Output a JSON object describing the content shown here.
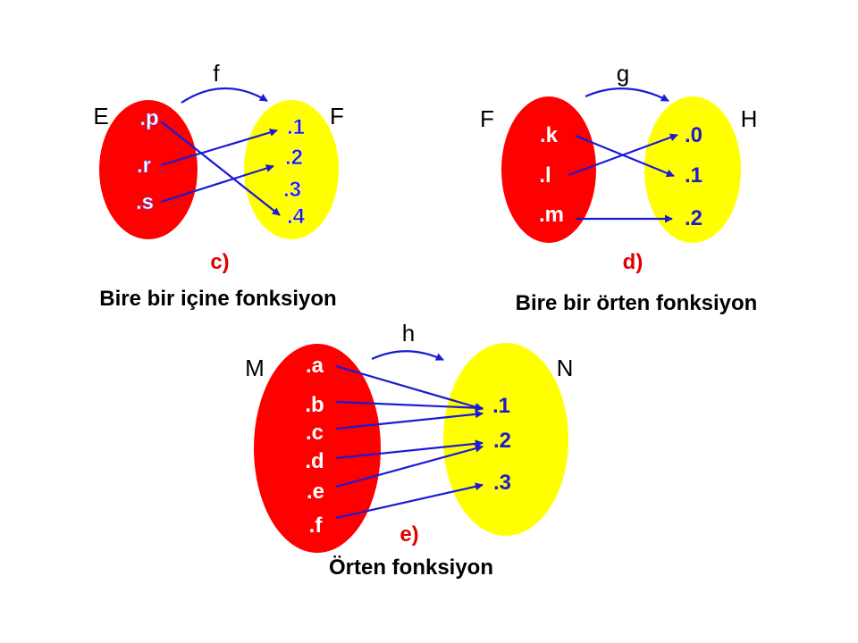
{
  "colors": {
    "red": "#ff0000",
    "yellow": "#ffff00",
    "arrow": "#1a1ad6",
    "heading_red": "#e00000",
    "text_white": "#ffffff",
    "text_blue": "#1c1ccc",
    "text_black": "#000000"
  },
  "diagrams": {
    "c": {
      "function_name": "f",
      "domain_name": "E",
      "codomain_name": "F",
      "domain_elements": [
        ".p",
        ".r",
        ".s"
      ],
      "codomain_elements": [
        ".1",
        ".2",
        ".3",
        ".4"
      ],
      "mapping": [
        [
          0,
          3
        ],
        [
          1,
          0
        ],
        [
          2,
          1
        ]
      ],
      "label": "c)",
      "caption": "Bire bir içine fonksiyon"
    },
    "d": {
      "function_name": "g",
      "domain_name": "F",
      "codomain_name": "H",
      "domain_elements": [
        ".k",
        ".l",
        ".m"
      ],
      "codomain_elements": [
        ".0",
        ".1",
        ".2"
      ],
      "mapping": [
        [
          0,
          1
        ],
        [
          1,
          0
        ],
        [
          2,
          2
        ]
      ],
      "label": "d)",
      "caption": "Bire bir örten  fonksiyon"
    },
    "e": {
      "function_name": "h",
      "domain_name": "M",
      "codomain_name": "N",
      "domain_elements": [
        ".a",
        ".b",
        ".c",
        ".d",
        ".e",
        ".f"
      ],
      "codomain_elements": [
        ".1",
        ".2",
        ".3"
      ],
      "mapping": [
        [
          0,
          0
        ],
        [
          1,
          0
        ],
        [
          2,
          0
        ],
        [
          3,
          1
        ],
        [
          4,
          1
        ],
        [
          5,
          2
        ]
      ],
      "label": "e)",
      "caption": "Örten fonksiyon"
    }
  }
}
